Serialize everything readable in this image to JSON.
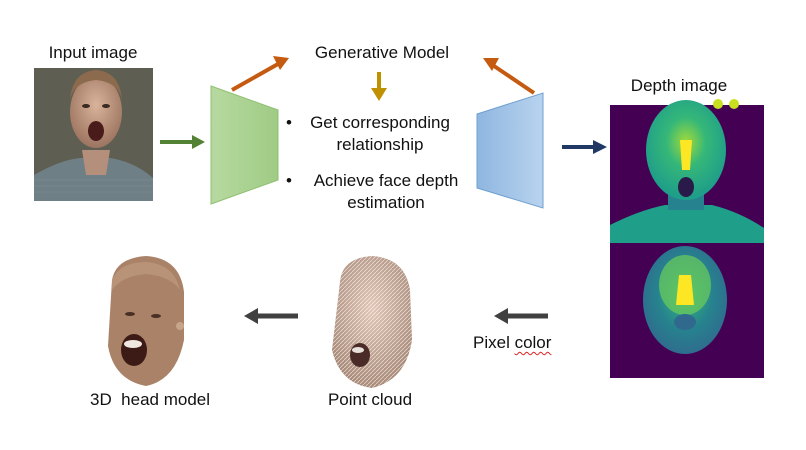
{
  "labels": {
    "input_image": "Input image",
    "generative_model": "Generative Model",
    "depth_image": "Depth image",
    "pixel_color_word1": "Pixel ",
    "pixel_color_word2": "color",
    "point_cloud": "Point cloud",
    "head_model": "3D  head model"
  },
  "bullets": [
    {
      "line1": "Get corresponding",
      "line2": "relationship"
    },
    {
      "line1": "Achieve face depth",
      "line2": "estimation"
    }
  ],
  "bullet_glyph": "•",
  "colors": {
    "encoder_green": "#a9d08e",
    "decoder_blue": "#9dc3e6",
    "arrow_orange": "#c55a11",
    "arrow_gold": "#bf9000",
    "arrow_green": "#548235",
    "arrow_navy": "#1f3864",
    "arrow_dark": "#404040",
    "depth_background": "#440154",
    "depth_face": "#35b779",
    "depth_highlight": "#fde725"
  }
}
